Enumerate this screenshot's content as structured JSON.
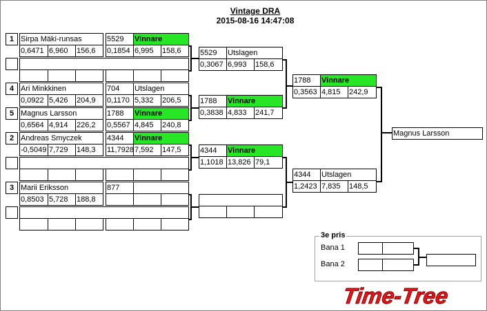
{
  "header": {
    "title": "Vintage DRA",
    "datetime": "2015-08-16 14:47:08"
  },
  "round1": [
    {
      "seed": "1",
      "name": "Sirpa Mäki-runsas",
      "stats": [
        "0,6471",
        "6,960",
        "156,6"
      ],
      "code": "5529",
      "status": "Vinnare",
      "stats2": [
        "0,1854",
        "6,995",
        "158,6"
      ]
    },
    {
      "seed": "4",
      "name": "Ari Minkkinen",
      "stats": [
        "0,0922",
        "5,426",
        "204,9"
      ],
      "code": "704",
      "status": "Utslagen",
      "stats2": [
        "0,1170",
        "5,332",
        "206,5"
      ]
    },
    {
      "seed": "5",
      "name": "Magnus Larsson",
      "stats": [
        "0,6564",
        "4,914",
        "226,2"
      ],
      "code": "1788",
      "status": "Vinnare",
      "stats2": [
        "0,5567",
        "4,845",
        "240,8"
      ]
    },
    {
      "seed": "2",
      "name": "Andreas Smyczek",
      "stats": [
        "-0,5049",
        "7,729",
        "148,3"
      ],
      "code": "4344",
      "status": "Vinnare",
      "stats2": [
        "11,7928",
        "7,592",
        "147,5"
      ]
    },
    {
      "seed": "3",
      "name": "Marii  Eriksson",
      "stats": [
        "0,8503",
        "5,728",
        "188,8"
      ],
      "code": "877",
      "status": "",
      "stats2": [
        "",
        "",
        ""
      ]
    }
  ],
  "round2": [
    {
      "code": "5529",
      "status": "Utslagen",
      "stats": [
        "0,3067",
        "6,993",
        "158,6"
      ]
    },
    {
      "code": "1788",
      "status": "Vinnare",
      "stats": [
        "0,3838",
        "4,833",
        "241,7"
      ]
    },
    {
      "code": "4344",
      "status": "Vinnare",
      "stats": [
        "1,1018",
        "13,826",
        "79,1"
      ]
    }
  ],
  "round3": [
    {
      "code": "1788",
      "status": "Vinnare",
      "stats": [
        "0,3563",
        "4,815",
        "242,9"
      ]
    },
    {
      "code": "4344",
      "status": "Utslagen",
      "stats": [
        "1,2423",
        "7,835",
        "148,5"
      ]
    }
  ],
  "final": {
    "winner": "Magnus Larsson"
  },
  "third_prize": {
    "title": "3e pris",
    "lane1": "Bana 1",
    "lane2": "Bana 2"
  },
  "logo": {
    "text": "Time-Tree",
    "color": "#e8141c"
  },
  "colors": {
    "winner_bg": "#26e626"
  }
}
